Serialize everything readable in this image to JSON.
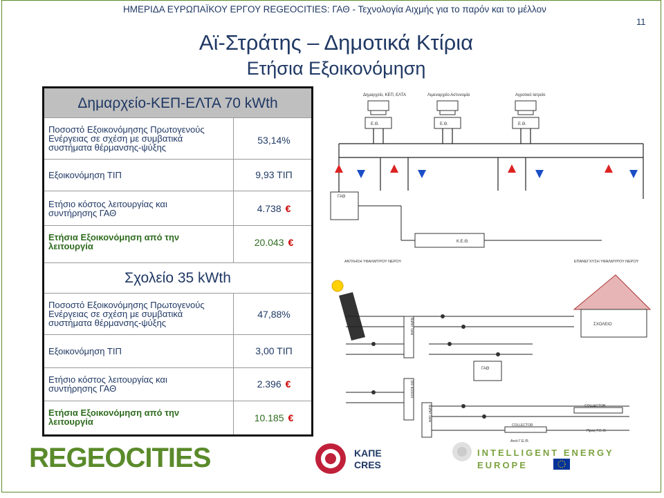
{
  "header": {
    "subtitle": "ΗΜΕΡΙΔΑ ΕΥΡΩΠΑΪΚΟΥ ΕΡΓΟΥ REGEOCITIES: ΓΑΘ - Τεχνολογία Αιχμής για το παρόν και το μέλλον",
    "page_number": "11",
    "title": "Αϊ-Στράτης – Δημοτικά Κτίρια",
    "title2": "Ετήσια Εξοικονόμηση"
  },
  "table": {
    "section1": {
      "heading": "Δημαρχείο-ΚΕΠ-ΕΛΤΑ 70 kWth",
      "rows": [
        {
          "label": "Ποσοστό Εξοικονόμησης Πρωτογενούς Ενέργειας σε σχέση με συμβατικά συστήματα θέρμανσης-ψύξης",
          "value": "53,14%"
        },
        {
          "label": "Εξοικονόμηση ΤΙΠ",
          "value": "9,93 ΤΙΠ"
        },
        {
          "label": "Ετήσιο κόστος λειτουργίας και συντήρησης ΓΑΘ",
          "value": "4.738",
          "currency": "€"
        },
        {
          "label": "Ετήσια Εξοικονόμηση από την λειτουργία",
          "value": "20.043",
          "currency": "€"
        }
      ]
    },
    "section2": {
      "heading": "Σχολείο 35 kWth",
      "rows": [
        {
          "label": "Ποσοστό Εξοικονόμησης Πρωτογενούς Ενέργειας σε σχέση με συμβατικά συστήματα θέρμανσης-ψύξης",
          "value": "47,88%"
        },
        {
          "label": "Εξοικονόμηση ΤΙΠ",
          "value": "3,00 ΤΙΠ"
        },
        {
          "label": "Ετήσιο κόστος λειτουργίας και συντήρησης ΓΑΘ",
          "value": "2.396",
          "currency": "€"
        },
        {
          "label": "Ετήσια Εξοικονόμηση από την λειτουργία",
          "value": "10.185",
          "currency": "€"
        }
      ]
    }
  },
  "diagram": {
    "building1": "Δημαρχείο, ΚΕΠ, ΕΛΤΑ",
    "building2": "Λιμεναρχείο Αστυνομία",
    "building3": "Αγροτικό Ιατρείο",
    "eo_label": "Ε.Θ.",
    "gath": "ΓΑΘ",
    "keth": "Κ.Ε.Θ.",
    "pump_out": "ΑΝΤΛΗΣΗ ΥΦΑΛΜΥΡΟΥ ΝΕΡΟΥ",
    "pump_in": "ΕΠΑΝΕΓΧΥΣΗ ΥΦΑΛΜΥΡΟΥ ΝΕΡΟΥ",
    "school": "ΣΧΟΛΕΙΟ",
    "collector": "COLLECTOR",
    "collector_to": "Προς Γ.Ε.Θ.",
    "collector_from": "Από Γ.Ε.Θ.",
    "buffer_tank": "Buffer Tank",
    "tank_small": "300 lt/2000l"
  },
  "logos": {
    "regeocities": "REGEOCITIES",
    "kape1": "ΚΑΠΕ",
    "kape2": "CRES",
    "iee1": "INTELLIGENT ENERGY",
    "iee2": "EUROPE"
  },
  "colors": {
    "title": "#1f3864",
    "green_text": "#2e6b1e",
    "euro": "#cc0000",
    "header_bg": "#bfbfbf",
    "regeo_green": "#5a8a2a"
  }
}
